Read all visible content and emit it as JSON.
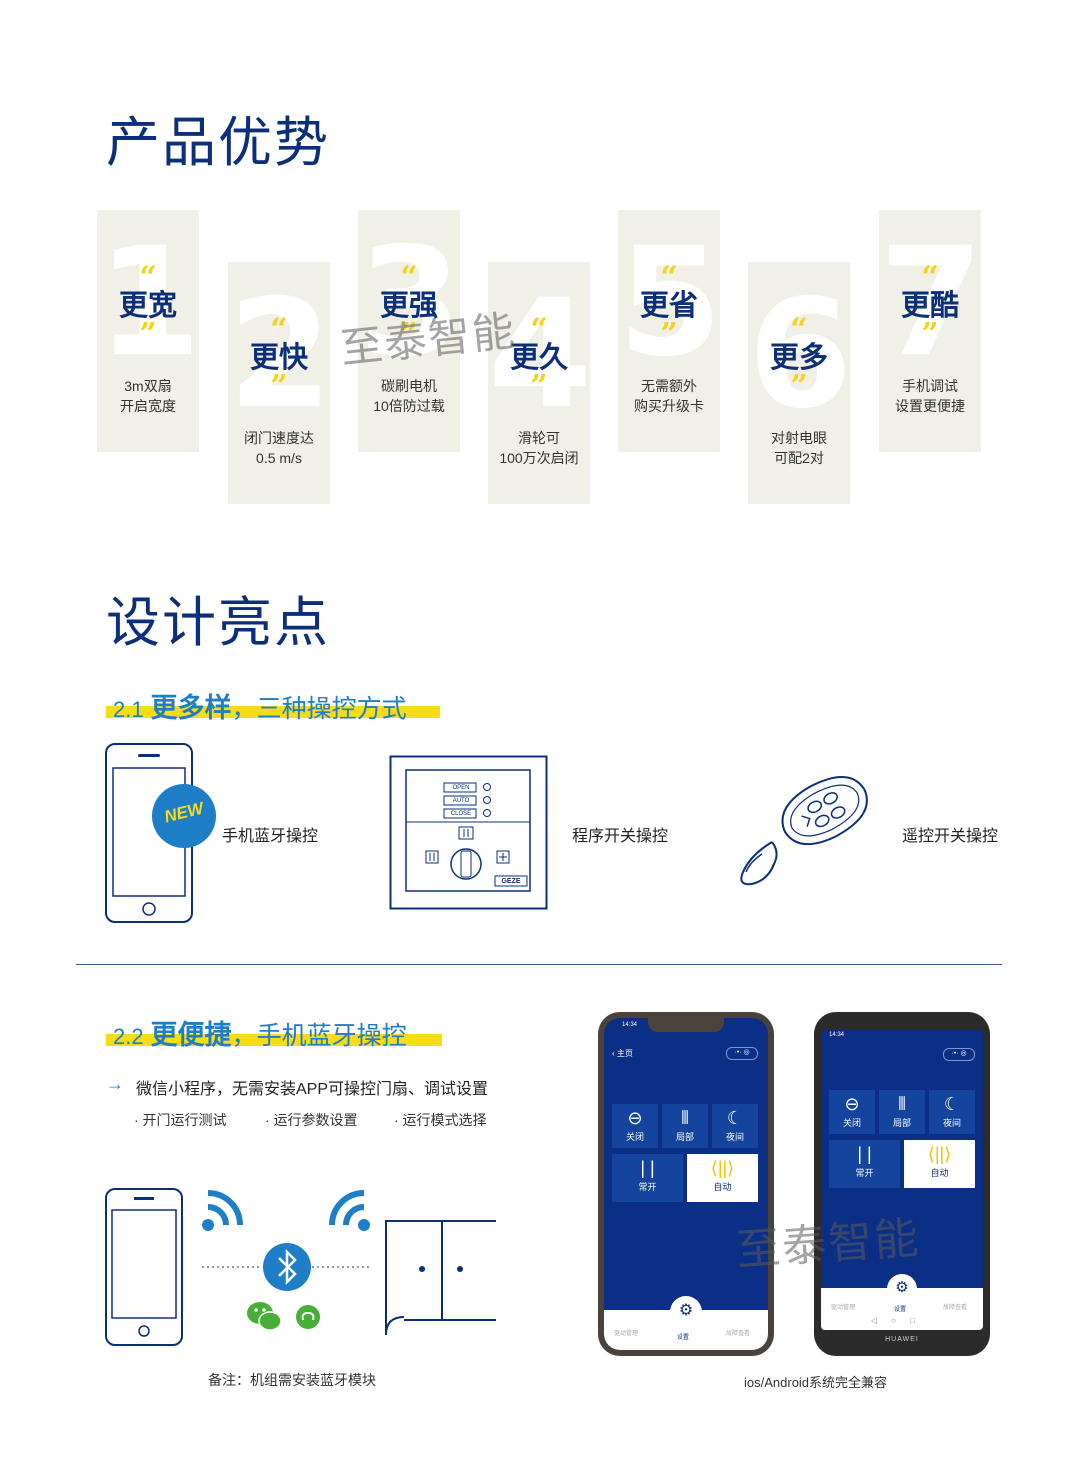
{
  "section1": {
    "title": "产品优势",
    "cards": [
      {
        "num": "1",
        "title": "更宽",
        "desc1": "3m双扇",
        "desc2": "开启宽度"
      },
      {
        "num": "2",
        "title": "更快",
        "desc1": "闭门速度达",
        "desc2": "0.5 m/s"
      },
      {
        "num": "3",
        "title": "更强",
        "desc1": "碳刷电机",
        "desc2": "10倍防过载"
      },
      {
        "num": "4",
        "title": "更久",
        "desc1": "滑轮可",
        "desc2": "100万次启闭"
      },
      {
        "num": "5",
        "title": "更省",
        "desc1": "无需额外",
        "desc2": "购买升级卡"
      },
      {
        "num": "6",
        "title": "更多",
        "desc1": "对射电眼",
        "desc2": "可配2对"
      },
      {
        "num": "7",
        "title": "更酷",
        "desc1": "手机调试",
        "desc2": "设置更便捷"
      }
    ],
    "quote_open": "“",
    "quote_close": "”"
  },
  "watermark": "至泰智能",
  "section2": {
    "title": "设计亮点",
    "sub1": {
      "num": "2.1",
      "bold": "更多样",
      "comma": "，",
      "rest": "三种操控方式"
    },
    "controls": {
      "phone": "手机蓝牙操控",
      "program": "程序开关操控",
      "remote": "遥控开关操控",
      "new_badge": "NEW"
    },
    "panel": {
      "open": "OPEN",
      "auto": "AUTO",
      "close": "CLOSE",
      "brand": "GEZE"
    },
    "sub2": {
      "num": "2.2",
      "bold": "更便捷",
      "comma": "，",
      "rest": "手机蓝牙操控"
    },
    "arrow": "→",
    "wechat_line": "微信小程序，无需安装APP可操控门扇、调试设置",
    "features": [
      "· 开门运行测试",
      "· 运行参数设置",
      "· 运行模式选择"
    ],
    "note": "备注：机组需安装蓝牙模块",
    "compat": "ios/Android系统完全兼容"
  },
  "app": {
    "time": "14:34",
    "home": "主页",
    "tiles": [
      "关闭",
      "局部",
      "夜间",
      "常开",
      "自动"
    ],
    "nav": [
      "驱动管理",
      "设置",
      "故障查看"
    ],
    "brand": "HUAWEI"
  },
  "colors": {
    "navy": "#0b2f7a",
    "blue": "#1e7ec8",
    "yellow": "#f6dd16",
    "card": "#f1f0e6"
  }
}
